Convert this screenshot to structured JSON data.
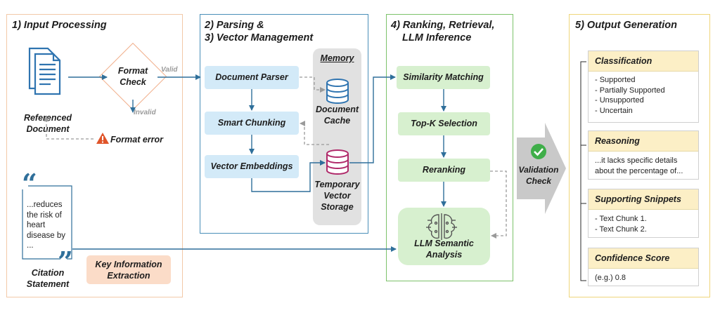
{
  "panels": {
    "p1": {
      "title": "1) Input Processing"
    },
    "p2": {
      "title_line1": "2) Parsing &",
      "title_line2": "3) Vector Management"
    },
    "p3": {
      "title_line1": "4) Ranking, Retrieval,",
      "title_line2": "LLM Inference"
    },
    "p5": {
      "title": "5) Output Generation"
    }
  },
  "input": {
    "referenced_document_line1": "Referenced",
    "referenced_document_line2": "Document",
    "format_check_line1": "Format",
    "format_check_line2": "Check",
    "valid_label": "Valid",
    "invalid_label": "Invalid",
    "format_error": "Format error",
    "quote_lines": [
      "...reduces",
      "the risk of",
      "heart",
      "disease by",
      "..."
    ],
    "citation_line1": "Citation",
    "citation_line2": "Statement",
    "key_info_line1": "Key Information",
    "key_info_line2": "Extraction"
  },
  "parsing": {
    "document_parser": "Document Parser",
    "smart_chunking": "Smart Chunking",
    "vector_embeddings": "Vector Embeddings",
    "memory": "Memory",
    "document_cache_line1": "Document",
    "document_cache_line2": "Cache",
    "temp_storage_line1": "Temporary",
    "temp_storage_line2": "Vector",
    "temp_storage_line3": "Storage"
  },
  "ranking": {
    "similarity_matching": "Similarity Matching",
    "top_k": "Top-K Selection",
    "reranking": "Reranking",
    "llm_line1": "LLM Semantic",
    "llm_line2": "Analysis"
  },
  "validation": {
    "line1": "Validation",
    "line2": "Check"
  },
  "output": {
    "classification": {
      "title": "Classification",
      "items": [
        "- Supported",
        "- Partially Supported",
        "- Unsupported",
        "- Uncertain"
      ]
    },
    "reasoning": {
      "title": "Reasoning",
      "items": [
        "...it lacks specific details",
        "about the percentage of..."
      ]
    },
    "snippets": {
      "title": "Supporting Snippets",
      "items": [
        "- Text Chunk 1.",
        "- Text Chunk 2."
      ]
    },
    "confidence": {
      "title": "Confidence Score",
      "items": [
        "(e.g.) 0.8"
      ]
    }
  },
  "colors": {
    "panel1": "#f2c9a8",
    "panel2": "#4a8fb8",
    "panel3": "#7cc26a",
    "panel5": "#efd57a",
    "arrow": "#2f6f9a",
    "blue_box": "#d3eaf8",
    "green_box": "#d7f0cf",
    "card_head": "#fcefc6",
    "memory_bg": "#e1e1e1"
  }
}
